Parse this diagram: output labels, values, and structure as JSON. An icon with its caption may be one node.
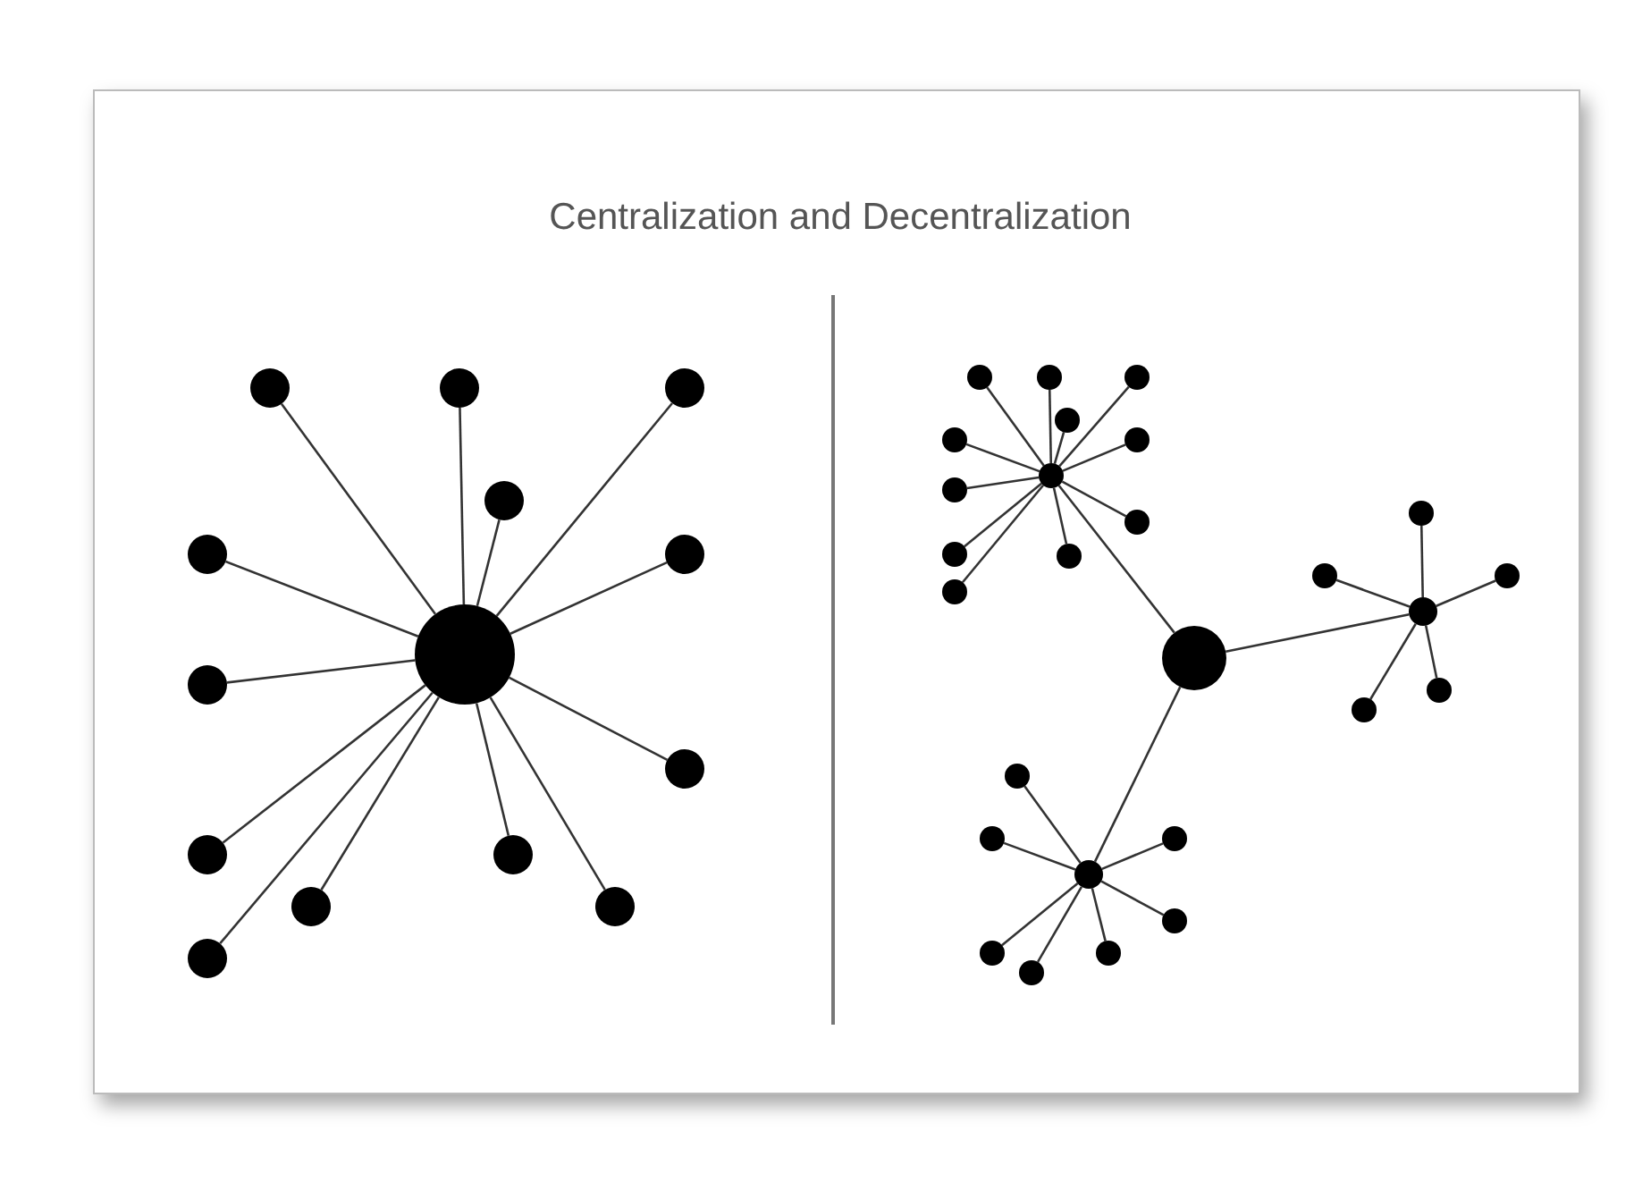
{
  "diagram": {
    "title": "Centralization and Decentralization",
    "nodes": [
      {
        "text": [],
        "shape": "circle"
      },
      {
        "text": [],
        "shape": "circle"
      },
      {
        "text": [],
        "shape": "circle"
      },
      {
        "text": [],
        "shape": "circle"
      },
      {
        "text": [],
        "shape": "circle"
      },
      {
        "text": [],
        "shape": "circle"
      },
      {
        "text": [],
        "shape": "circle"
      },
      {
        "text": [],
        "shape": "circle"
      },
      {
        "text": [],
        "shape": "circle"
      },
      {
        "text": [],
        "shape": "circle"
      },
      {
        "text": [],
        "shape": "circle"
      },
      {
        "text": [],
        "shape": "circle"
      },
      {
        "text": [],
        "shape": "circle"
      },
      {
        "text": [],
        "shape": "circle"
      },
      {
        "text": [],
        "shape": "circle"
      },
      {
        "text": [],
        "shape": "circle"
      },
      {
        "text": [],
        "shape": "circle"
      },
      {
        "text": [],
        "shape": "circle"
      },
      {
        "text": [],
        "shape": "circle"
      },
      {
        "text": [],
        "shape": "circle"
      },
      {
        "text": [],
        "shape": "circle"
      },
      {
        "text": [],
        "shape": "circle"
      },
      {
        "text": [],
        "shape": "circle"
      },
      {
        "text": [],
        "shape": "circle"
      },
      {
        "text": [],
        "shape": "circle"
      },
      {
        "text": [],
        "shape": "circle"
      },
      {
        "text": [],
        "shape": "circle"
      },
      {
        "text": [],
        "shape": "circle"
      },
      {
        "text": [],
        "shape": "circle"
      },
      {
        "text": [],
        "shape": "circle"
      },
      {
        "text": [],
        "shape": "circle"
      },
      {
        "text": [],
        "shape": "circle"
      },
      {
        "text": [],
        "shape": "circle"
      },
      {
        "text": [],
        "shape": "circle"
      },
      {
        "text": [],
        "shape": "circle"
      },
      {
        "text": [],
        "shape": "circle"
      },
      {
        "text": [],
        "shape": "circle"
      },
      {
        "text": [],
        "shape": "circle"
      },
      {
        "text": [],
        "shape": "circle"
      },
      {
        "text": [],
        "shape": "circle"
      },
      {
        "text": [],
        "shape": "circle"
      }
    ],
    "edges": [
      {
        "from": 0,
        "to": 1,
        "arrow": "none"
      },
      {
        "from": 0,
        "to": 2,
        "arrow": "none"
      },
      {
        "from": 0,
        "to": 3,
        "arrow": "none"
      },
      {
        "from": 0,
        "to": 4,
        "arrow": "none"
      },
      {
        "from": 0,
        "to": 5,
        "arrow": "none"
      },
      {
        "from": 0,
        "to": 6,
        "arrow": "none"
      },
      {
        "from": 0,
        "to": 7,
        "arrow": "none"
      },
      {
        "from": 0,
        "to": 8,
        "arrow": "none"
      },
      {
        "from": 0,
        "to": 9,
        "arrow": "none"
      },
      {
        "from": 0,
        "to": 10,
        "arrow": "none"
      },
      {
        "from": 0,
        "to": 11,
        "arrow": "none"
      },
      {
        "from": 0,
        "to": 12,
        "arrow": "none"
      },
      {
        "from": 0,
        "to": 13,
        "arrow": "none"
      },
      {
        "from": 14,
        "to": 15,
        "arrow": "none"
      },
      {
        "from": 14,
        "to": 27,
        "arrow": "none"
      },
      {
        "from": 14,
        "to": 33,
        "arrow": "none"
      },
      {
        "from": 15,
        "to": 16,
        "arrow": "none"
      },
      {
        "from": 15,
        "to": 17,
        "arrow": "none"
      },
      {
        "from": 15,
        "to": 18,
        "arrow": "none"
      },
      {
        "from": 15,
        "to": 19,
        "arrow": "none"
      },
      {
        "from": 15,
        "to": 20,
        "arrow": "none"
      },
      {
        "from": 15,
        "to": 21,
        "arrow": "none"
      },
      {
        "from": 15,
        "to": 22,
        "arrow": "none"
      },
      {
        "from": 15,
        "to": 23,
        "arrow": "none"
      },
      {
        "from": 15,
        "to": 24,
        "arrow": "none"
      },
      {
        "from": 15,
        "to": 25,
        "arrow": "none"
      },
      {
        "from": 15,
        "to": 26,
        "arrow": "none"
      },
      {
        "from": 27,
        "to": 28,
        "arrow": "none"
      },
      {
        "from": 27,
        "to": 29,
        "arrow": "none"
      },
      {
        "from": 27,
        "to": 30,
        "arrow": "none"
      },
      {
        "from": 27,
        "to": 31,
        "arrow": "none"
      },
      {
        "from": 27,
        "to": 32,
        "arrow": "none"
      },
      {
        "from": 33,
        "to": 34,
        "arrow": "none"
      },
      {
        "from": 33,
        "to": 35,
        "arrow": "none"
      },
      {
        "from": 33,
        "to": 36,
        "arrow": "none"
      },
      {
        "from": 33,
        "to": 37,
        "arrow": "none"
      },
      {
        "from": 33,
        "to": 38,
        "arrow": "none"
      },
      {
        "from": 33,
        "to": 39,
        "arrow": "none"
      },
      {
        "from": 33,
        "to": 40,
        "arrow": "none"
      }
    ]
  }
}
